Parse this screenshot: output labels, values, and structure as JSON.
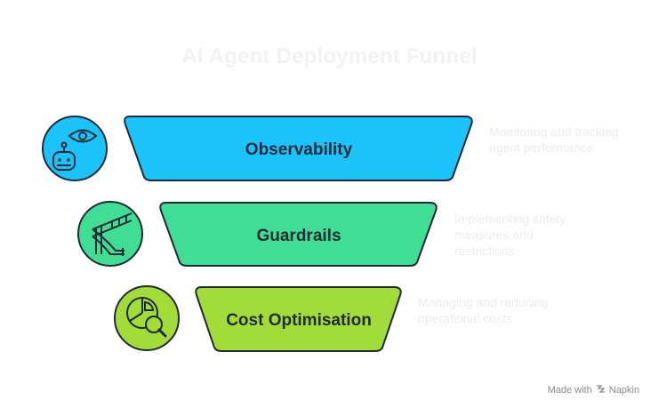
{
  "title": "AI Agent Deployment Funnel",
  "colors": {
    "stage1": "#1cc3fb",
    "stage2": "#40de95",
    "stage3": "#a2dc39",
    "outline": "#1f2a36"
  },
  "stages": [
    {
      "label": "Observability",
      "description": [
        "Monitoring and tracking",
        "agent performance"
      ],
      "icon": "robot-eye-icon"
    },
    {
      "label": "Guardrails",
      "description": [
        "Implementing safety",
        "measures and",
        "restrictions"
      ],
      "icon": "guardrail-icon"
    },
    {
      "label": "Cost Optimisation",
      "description": [
        "Managing and reducing",
        "operational costs"
      ],
      "icon": "pie-chart-magnifier-icon"
    }
  ],
  "footer": {
    "text": "Made with",
    "brand": "Napkin",
    "icon": "napkin-logo-icon"
  }
}
